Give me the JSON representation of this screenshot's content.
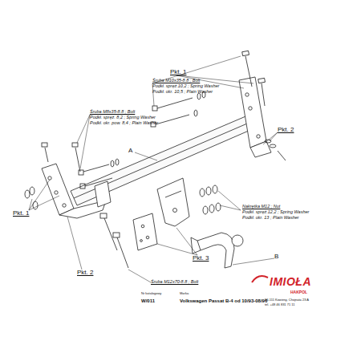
{
  "diagram": {
    "labels": [
      "Śruba M10x35-8.8 ; Bolt",
      "Podkł. spręż.10,2 ; Spring Washer",
      "Podkł. okr. 10,5 ; Plain Washer",
      "Śruba M8x35-8.8 ; Bolt",
      "Podkł. spręż. 8,2 ; Spring Washer",
      "Podkł. okr. pow. 8,4 ; Plain Washer",
      "Pkt. 1",
      "Pkt. 2",
      "A",
      "Pkt. 1",
      "Pkt. 2",
      "Pkt. 3",
      "B",
      "Nakrętka M12 ; Nut",
      "Podkł. spręż.12,2 ; Spring Washer",
      "Podkł. okr. 13 ; Plain Washer",
      "Śruba M12x70-8.8 ; Bolt",
      "Nr katalogowy",
      "Marka",
      "W/011",
      "Volkswagen Passat B-4   od 10/93-08/96",
      "IMIOŁA",
      "HAKPOL",
      "96-111 Kowiesy, Chojnata 23 A",
      "tel. +48 46 831 71 11"
    ]
  }
}
